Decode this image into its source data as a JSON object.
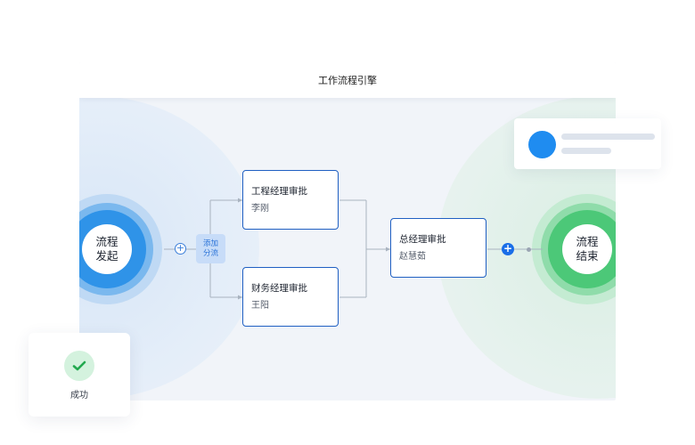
{
  "header": {
    "title": "工作流程引擎"
  },
  "start_node": {
    "line1": "流程",
    "line2": "发起"
  },
  "end_node": {
    "line1": "流程",
    "line2": "结束"
  },
  "add_branch": {
    "line1": "添加",
    "line2": "分流"
  },
  "cards": [
    {
      "title": "工程经理审批",
      "person": "李刚"
    },
    {
      "title": "财务经理审批",
      "person": "王阳"
    },
    {
      "title": "总经理审批",
      "person": "赵慧茹"
    }
  ],
  "plus_symbol": "+",
  "status_toast": {
    "label": "成功",
    "icon": "check-icon"
  },
  "colors": {
    "accent_blue": "#1f5fc2",
    "start_ring": "#2f93e8",
    "end_ring": "#4cc878",
    "canvas_bg": "#f1f4f9"
  }
}
